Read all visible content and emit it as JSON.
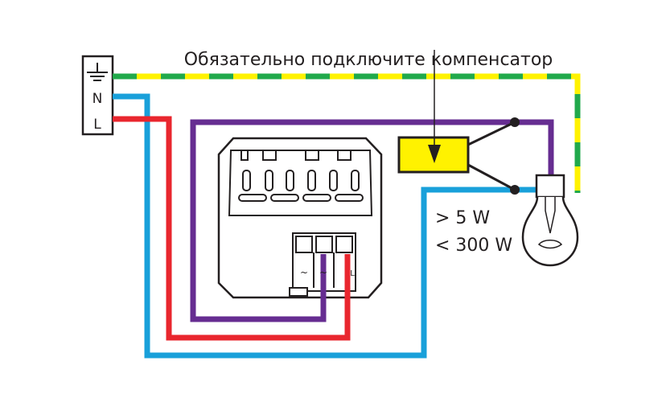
{
  "title": "Обязательно подключите компенсатор",
  "supply_block": {
    "earth_symbol": "earth-ground-icon",
    "neutral_label": "N",
    "line_label": "L"
  },
  "load_rating": {
    "min": "> 5 W",
    "max": "< 300 W"
  },
  "dimmer_terminals": [
    {
      "label": "~",
      "symbol": "load-terminal-icon"
    },
    {
      "label": "~",
      "symbol": "load-terminal-icon"
    },
    {
      "label": "L",
      "symbol": "line-terminal"
    }
  ],
  "wire_colors": {
    "earth_green": "#21a94b",
    "earth_yellow": "#fff200",
    "neutral_blue": "#19a0da",
    "line_red": "#e9262e",
    "switched_purple": "#662d91",
    "compensator_fill": "#fff200",
    "outline": "#231f20"
  }
}
